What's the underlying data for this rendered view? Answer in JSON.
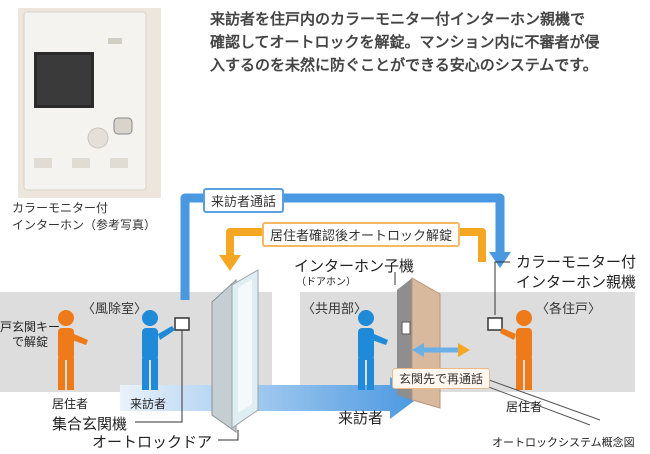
{
  "intro_text": "来訪者を住戸内のカラーモニター付インターホン親機で\n確認してオートロックを解錠。マンション内に不審者が侵\n入するのを未然に防ぐことができる安心のシステムです。",
  "photo_caption": "カラーモニター付\nインターホン（参考写真）",
  "flows": {
    "visitor_call": "来訪者通話",
    "resident_unlock": "居住者確認後オートロック解錠",
    "entrance_call": "玄関先で再通話"
  },
  "areas": {
    "vestibule": "〈風除室〉",
    "common": "〈共用部〉",
    "unit": "〈各住戸〉"
  },
  "labels": {
    "key_unlock": "戸玄関キー\nで解錠",
    "resident_left": "居住者",
    "visitor_left": "来訪者",
    "entrance_unit": "集合玄関機",
    "autolock_door": "オートロックドア",
    "visitor_center": "来訪者",
    "resident_right": "居住者",
    "door_intercom": "インターホン子機",
    "door_intercom_sub": "（ドアホン）",
    "master_intercom": "カラーモニター付\nインターホン親機",
    "diagram_caption": "オートロックシステム概念図"
  },
  "colors": {
    "blue_arrow": "#4a98e0",
    "orange_arrow": "#f5a623",
    "person_blue": "#1e8ad8",
    "person_orange": "#ee7a1a",
    "wall": "#dcdcdc"
  }
}
